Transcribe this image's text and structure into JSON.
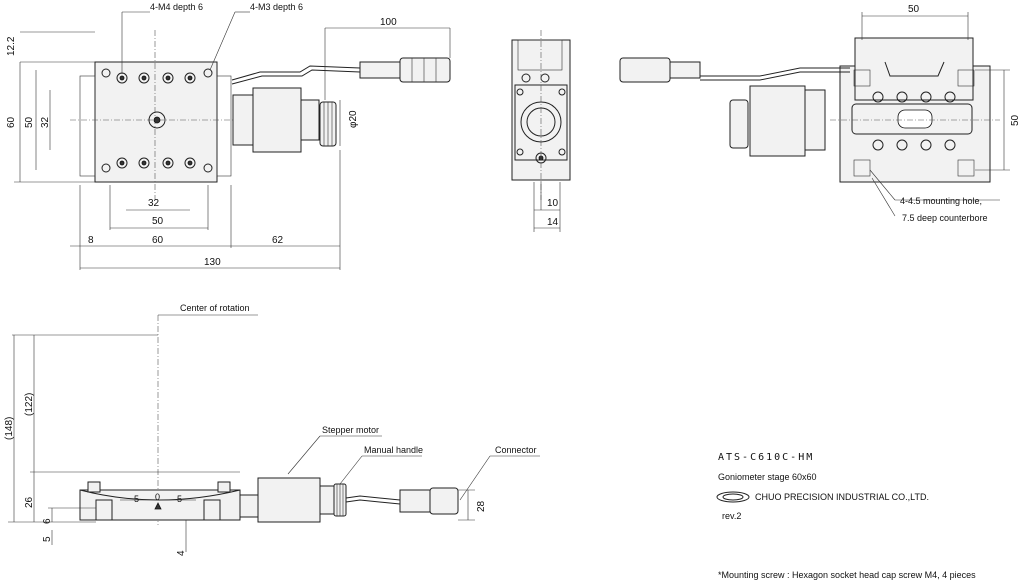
{
  "top_view": {
    "callouts": {
      "m4": "4-M4 depth 6",
      "m3": "4-M3 depth 6"
    },
    "dims": {
      "d12_2": "12.2",
      "d60v": "60",
      "d50v": "50",
      "d32v": "32",
      "d32h": "32",
      "d50h": "50",
      "d8": "8",
      "d60h": "60",
      "d62": "62",
      "d130": "130",
      "d100": "100",
      "phi20": "φ20"
    }
  },
  "side_view": {
    "dims": {
      "d10": "10",
      "d14": "14"
    }
  },
  "back_view": {
    "dims": {
      "d50top": "50",
      "d50right": "50"
    },
    "callouts": {
      "mount_line1": "4-4.5 mounting hole,",
      "mount_line2": "7.5 deep counterbore"
    }
  },
  "front_view": {
    "callouts": {
      "center": "Center of rotation",
      "motor": "Stepper motor",
      "handle": "Manual handle",
      "connector": "Connector"
    },
    "dims": {
      "d148": "(148)",
      "d122": "(122)",
      "d26": "26",
      "d6": "6",
      "d5": "5",
      "d4": "4",
      "d28": "28"
    },
    "scale": {
      "left5": "5",
      "zero": "0",
      "right5": "5"
    }
  },
  "title_block": {
    "model": "ATS-C610C-HM",
    "description": "Goniometer stage  60x60",
    "company": "CHUO PRECISION INDUSTRIAL CO.,LTD.",
    "rev": "rev.2",
    "note": "*Mounting screw : Hexagon socket head cap screw M4, 4 pieces"
  }
}
